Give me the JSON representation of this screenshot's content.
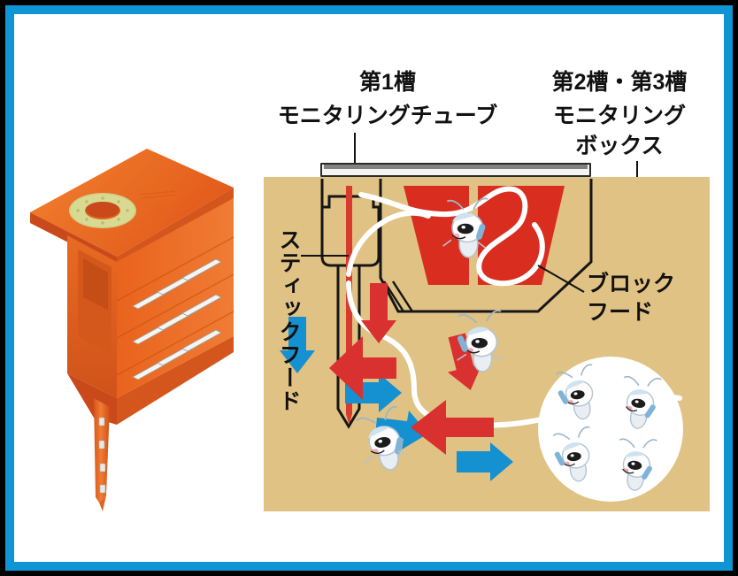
{
  "figure": {
    "kind": "termite-monitoring-station-cross-section",
    "frame": {
      "outer_color": "#000000",
      "accent_color": "#0f95d3",
      "background": "#ffffff"
    },
    "colors": {
      "soil": "#e0c284",
      "block_food_red": "#d92d20",
      "stick_food_red": "#d83a2e",
      "arrow_in_red": "#d93030",
      "arrow_out_blue": "#1590d0",
      "station_orange": "#e8631a",
      "cap_yellow": "#d9d98c",
      "tunnel_white": "#ffffff"
    }
  },
  "headings": {
    "chamber1_title": "第1槽",
    "chamber1_subtitle": "モニタリングチューブ",
    "chamber23_title": "第2槽・第3槽",
    "chamber23_subtitle_line1": "モニタリング",
    "chamber23_subtitle_line2": "ボックス"
  },
  "callouts": {
    "stick_food": "スティックフード",
    "block_food_line1": "ブロック",
    "block_food_line2": "フード"
  },
  "diagram": {
    "arrows_inbound_label": "red",
    "arrows_outbound_label": "blue",
    "termite_count_in_box": 1,
    "termite_count_in_soil": 2,
    "termite_count_in_colony": 4,
    "block_food_pieces": 2
  }
}
